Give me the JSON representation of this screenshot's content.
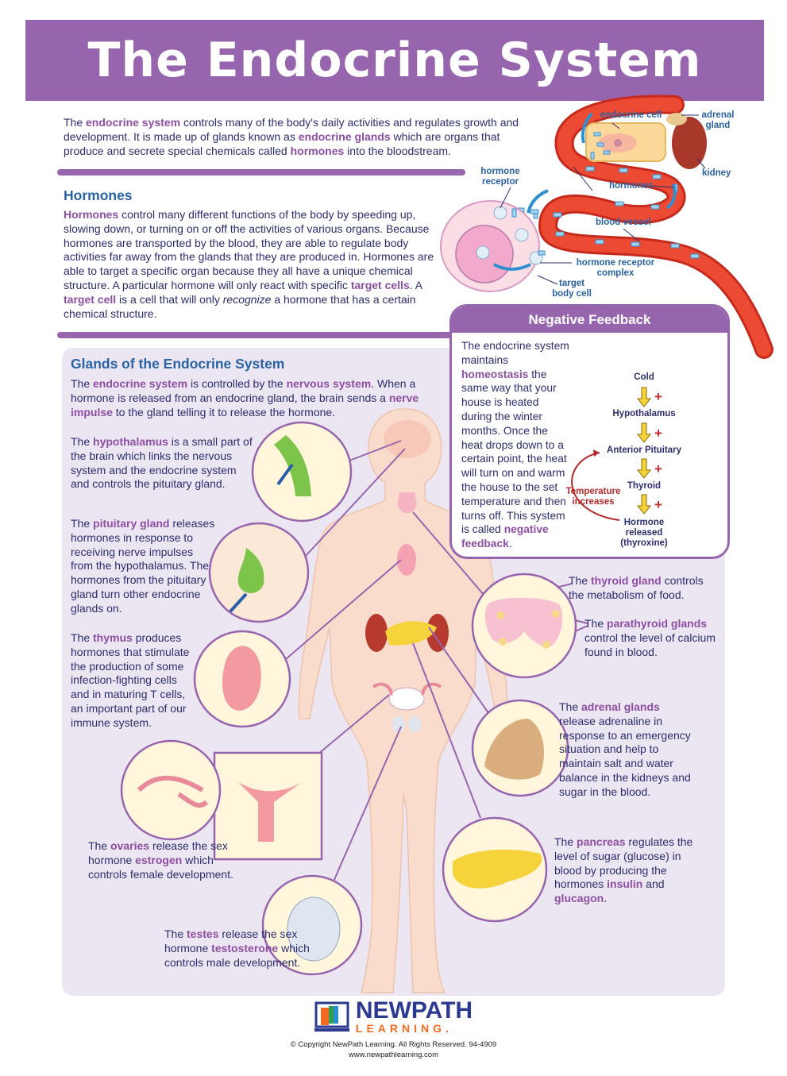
{
  "title": "The Endocrine System",
  "intro": [
    {
      "t": "The "
    },
    {
      "t": "endocrine system",
      "c": "hl"
    },
    {
      "t": " controls many of the body's daily activities and regulates growth and development.  It is made up of glands known as "
    },
    {
      "t": "endocrine glands",
      "c": "hl"
    },
    {
      "t": " which are organs that produce and secrete special chemicals called "
    },
    {
      "t": "hormones",
      "c": "hl"
    },
    {
      "t": " into the bloodstream."
    }
  ],
  "hormones": {
    "heading": "Hormones",
    "text": [
      {
        "t": "Hormones",
        "c": "hl"
      },
      {
        "t": " control many different functions of the body by speeding up, slowing down, or turning on or off the activities of various organs.  Because hormones are transported by the blood, they are able to regulate body activities far away from the glands that they are produced in.  Hormones are able to target a specific organ because they all have a unique chemical structure.  A particular hormone will only react with specific "
      },
      {
        "t": "target cells",
        "c": "hl"
      },
      {
        "t": ". A "
      },
      {
        "t": "target cell",
        "c": "hl"
      },
      {
        "t": " is a cell that will only "
      },
      {
        "t": "recognize",
        "c": "it"
      },
      {
        "t": " a hormone that has a certain chemical structure."
      }
    ]
  },
  "diagram": {
    "endocrine_cell": "endocrine cell",
    "adrenal_gland": "adrenal gland",
    "kidney": "kidney",
    "hormone_receptor": "hormone receptor",
    "hormones": "hormones",
    "blood_vessel": "blood vessel",
    "hormone_receptor_complex": "hormone receptor complex",
    "target_body_cell": "target body cell"
  },
  "negative_feedback": {
    "heading": "Negative Feedback",
    "text": [
      {
        "t": "The endocrine system maintains "
      },
      {
        "t": "homeostasis",
        "c": "hl"
      },
      {
        "t": " the same way that your house is heated during the winter months.  Once the heat drops down to a certain point, the heat will turn on and warm the house to the set temperature and then turns off.  This system is called "
      },
      {
        "t": "negative feedback",
        "c": "hl"
      },
      {
        "t": "."
      }
    ],
    "steps": [
      "Cold",
      "Hypothalamus",
      "Anterior Pituitary",
      "Thyroid",
      "Hormone released (thyroxine)"
    ],
    "loop_label": "Temperature increases",
    "plus": "+"
  },
  "glands": {
    "heading": "Glands of the Endocrine System",
    "intro": [
      {
        "t": "The "
      },
      {
        "t": "endocrine system",
        "c": "hl"
      },
      {
        "t": " is controlled by the "
      },
      {
        "t": "nervous system",
        "c": "hl"
      },
      {
        "t": ".  When a hormone is released from an endocrine gland, the brain sends a "
      },
      {
        "t": "nerve impulse",
        "c": "hl"
      },
      {
        "t": " to the gland telling it to release the hormone."
      }
    ],
    "hypothalamus": [
      {
        "t": "The "
      },
      {
        "t": "hypothalamus",
        "c": "hl"
      },
      {
        "t": " is a small part of the brain which links the nervous system and the endocrine system and controls the pituitary gland."
      }
    ],
    "pituitary": [
      {
        "t": "The "
      },
      {
        "t": "pituitary gland",
        "c": "hl"
      },
      {
        "t": " releases hormones in response to receiving nerve impulses from the hypothalamus. The hormones from the pituitary gland turn other endocrine glands on."
      }
    ],
    "thymus": [
      {
        "t": "The "
      },
      {
        "t": "thymus",
        "c": "hl"
      },
      {
        "t": " produces hormones that stimulate the production of some infection-fighting cells and in maturing T cells, an important part of our immune system."
      }
    ],
    "ovaries": [
      {
        "t": "The "
      },
      {
        "t": "ovaries",
        "c": "hl"
      },
      {
        "t": " release the sex hormone "
      },
      {
        "t": "estrogen",
        "c": "hl"
      },
      {
        "t": " which controls female development."
      }
    ],
    "testes": [
      {
        "t": "The "
      },
      {
        "t": "testes",
        "c": "hl"
      },
      {
        "t": " release the sex hormone "
      },
      {
        "t": "testosterone",
        "c": "hl"
      },
      {
        "t": " which controls male development."
      }
    ],
    "thyroid": [
      {
        "t": "The "
      },
      {
        "t": "thyroid gland",
        "c": "hl"
      },
      {
        "t": " controls the metabolism of food."
      }
    ],
    "parathyroid": [
      {
        "t": "The "
      },
      {
        "t": "parathyroid glands",
        "c": "hl"
      },
      {
        "t": " control the level of calcium found in blood."
      }
    ],
    "adrenal": [
      {
        "t": "The "
      },
      {
        "t": "adrenal glands",
        "c": "hl"
      },
      {
        "t": " release adrenaline in response to an emergency situation and help to maintain salt and water balance in the kidneys and sugar in the blood."
      }
    ],
    "pancreas": [
      {
        "t": "The "
      },
      {
        "t": "pancreas",
        "c": "hl"
      },
      {
        "t": " regulates the level of sugar (glucose) in blood by producing the hormones "
      },
      {
        "t": "insulin",
        "c": "hl"
      },
      {
        "t": " and "
      },
      {
        "t": "glucagon",
        "c": "hl"
      },
      {
        "t": "."
      }
    ]
  },
  "footer": {
    "brand_top": "NEWPATH",
    "brand_bottom": "LEARNING.",
    "copyright": "© Copyright NewPath Learning. All Rights Reserved. 94-4909",
    "url": "www.newpathlearning.com"
  },
  "colors": {
    "purple": "#9764ae",
    "highlight": "#8d4fa3",
    "heading_blue": "#2a63a4",
    "text": "#2b2d6e",
    "vessel": "#e8392a",
    "panel": "#ece6f3"
  }
}
